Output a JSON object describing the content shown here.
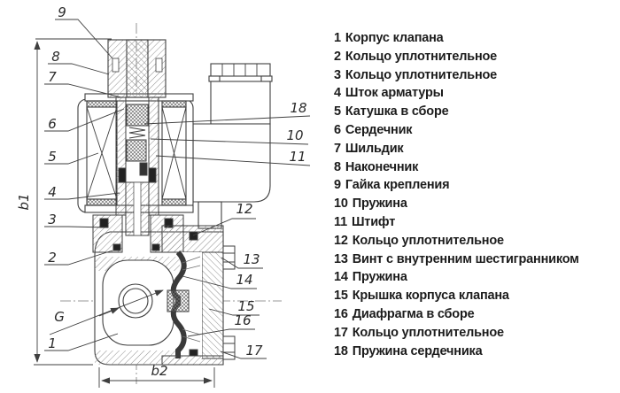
{
  "drawing": {
    "dims": {
      "b1": "b1",
      "b2": "b2"
    },
    "port": "G",
    "callouts": {
      "c1": "1",
      "c2": "2",
      "c3": "3",
      "c4": "4",
      "c5": "5",
      "c6": "6",
      "c7": "7",
      "c8": "8",
      "c9": "9",
      "c10": "10",
      "c11": "11",
      "c12": "12",
      "c13": "13",
      "c14": "14",
      "c15": "15",
      "c16": "16",
      "c17": "17",
      "c18": "18"
    },
    "colors": {
      "line": "#3f3f3f",
      "hatch": "#8f8f8f",
      "text": "#1c1c1c"
    }
  },
  "legend": {
    "items": [
      {
        "num": "1",
        "label": "Корпус клапана"
      },
      {
        "num": "2",
        "label": "Кольцо уплотнительное"
      },
      {
        "num": "3",
        "label": "Кольцо уплотнительное"
      },
      {
        "num": "4",
        "label": "Шток арматуры"
      },
      {
        "num": "5",
        "label": "Катушка в сборе"
      },
      {
        "num": "6",
        "label": "Сердечник"
      },
      {
        "num": "7",
        "label": "Шильдик"
      },
      {
        "num": "8",
        "label": "Наконечник"
      },
      {
        "num": "9",
        "label": "Гайка крепления"
      },
      {
        "num": "10",
        "label": "Пружина"
      },
      {
        "num": "11",
        "label": "Штифт"
      },
      {
        "num": "12",
        "label": "Кольцо уплотнительное"
      },
      {
        "num": "13",
        "label": "Винт с внутренним шестигранником"
      },
      {
        "num": "14",
        "label": "Пружина"
      },
      {
        "num": "15",
        "label": "Крышка корпуса клапана"
      },
      {
        "num": "16",
        "label": "Диафрагма в сборе"
      },
      {
        "num": "17",
        "label": "Кольцо уплотнительное"
      },
      {
        "num": "18",
        "label": "Пружина сердечника"
      }
    ]
  }
}
